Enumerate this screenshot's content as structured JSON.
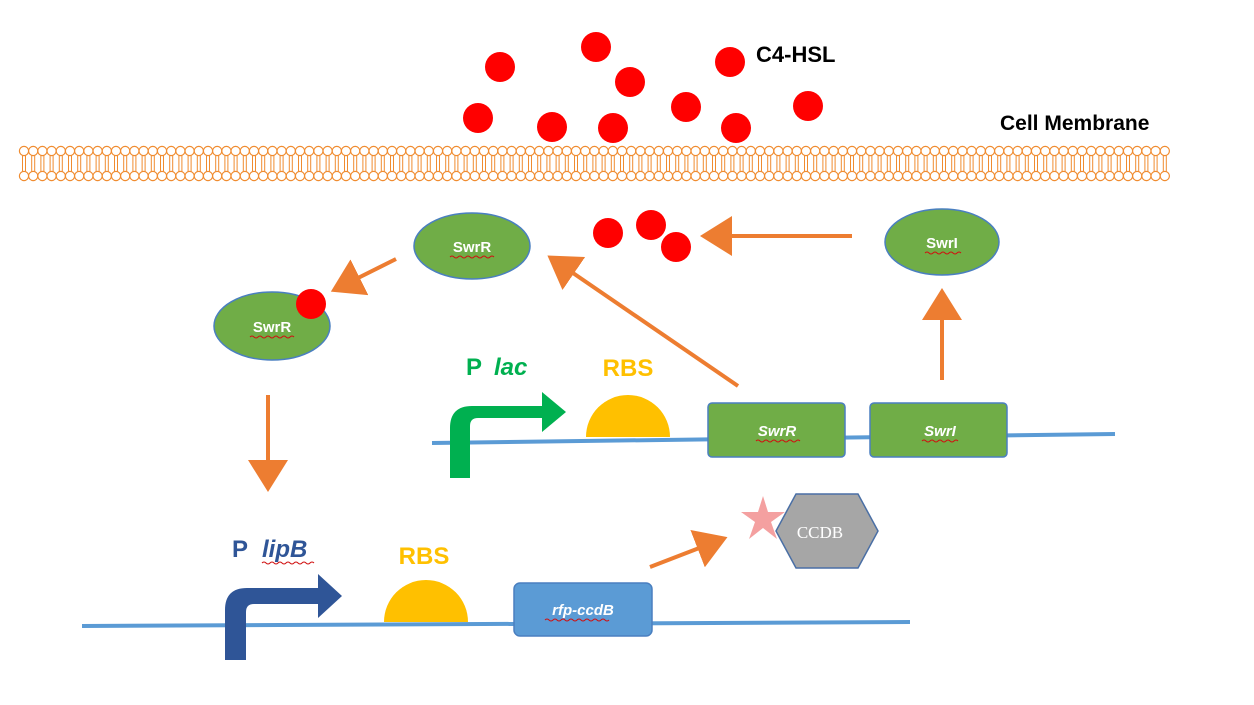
{
  "labels": {
    "signal": "C4-HSL",
    "membrane": "Cell Membrane",
    "rbs": "RBS",
    "promoter_prefix": "P",
    "lac": "lac",
    "lipb": "lipB",
    "ccdb_protein": "CCDB"
  },
  "proteins": {
    "swrr": "SwrR",
    "swrr_bound": "SwrR",
    "swri": "SwrI"
  },
  "genes": {
    "swrr": "SwrR",
    "swri": "SwrI",
    "rfp_ccdb": "rfp-ccdB"
  },
  "colors": {
    "membrane": "#f08c30",
    "signal_molecule": "#ff0000",
    "arrow": "#ed7d31",
    "protein_fill": "#70ad47",
    "protein_stroke": "#4a7fc0",
    "dna": "#5b9bd5",
    "rbs": "#ffc000",
    "promoter_lac": "#00b050",
    "promoter_lipb": "#2f5597",
    "ccdb_fill": "#a6a6a6",
    "star": "#f4a0a0"
  }
}
